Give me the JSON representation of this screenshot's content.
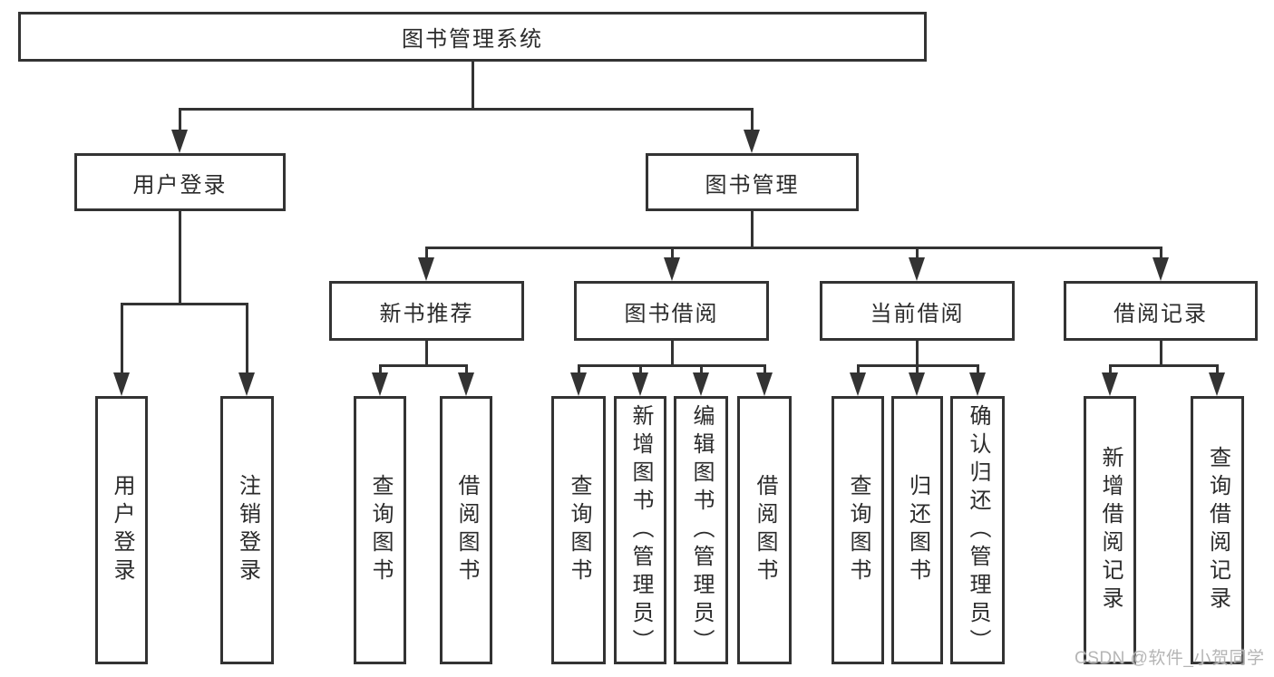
{
  "tree": {
    "root": {
      "label": "图书管理系统"
    },
    "branches": [
      {
        "label": "用户登录",
        "children": [
          {
            "label": "用户登录"
          },
          {
            "label": "注销登录"
          }
        ]
      },
      {
        "label": "图书管理",
        "children": [
          {
            "label": "新书推荐",
            "children": [
              {
                "label": "查询图书"
              },
              {
                "label": "借阅图书"
              }
            ]
          },
          {
            "label": "图书借阅",
            "children": [
              {
                "label": "查询图书"
              },
              {
                "label": "新增图书（管理员）"
              },
              {
                "label": "编辑图书（管理员）"
              },
              {
                "label": "借阅图书"
              }
            ]
          },
          {
            "label": "当前借阅",
            "children": [
              {
                "label": "查询图书"
              },
              {
                "label": "归还图书"
              },
              {
                "label": "确认归还（管理员）"
              }
            ]
          },
          {
            "label": "借阅记录",
            "children": [
              {
                "label": "新增借阅记录"
              },
              {
                "label": "查询借阅记录"
              }
            ]
          }
        ]
      }
    ]
  },
  "watermark": {
    "text": "CSDN @软件_小贺同学"
  },
  "colors": {
    "line": "#333333",
    "text": "#2b2b2b",
    "watermark": "#b5b5b5",
    "background": "#ffffff"
  }
}
